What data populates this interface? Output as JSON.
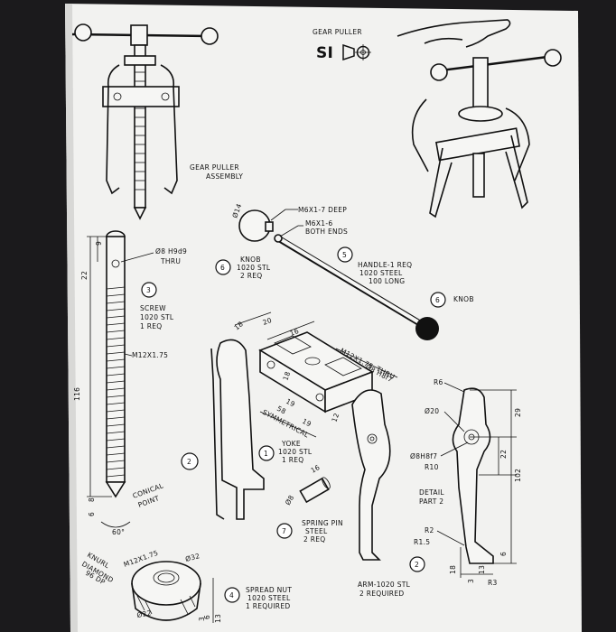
{
  "title": {
    "line1": "GEAR PULLER",
    "line2": "SI"
  },
  "assembly_label": {
    "line1": "GEAR PULLER",
    "line2": "ASSEMBLY"
  },
  "knob_callouts": {
    "dia": "Ø14",
    "hole": "M6X1-7 DEEP",
    "ends1": "M6X1-6",
    "ends2": "BOTH ENDS"
  },
  "knob_part": {
    "num": "6",
    "l1": "KNOB",
    "l2": "1020 STL",
    "l3": "2 REQ"
  },
  "handle_part": {
    "num": "5",
    "l1": "HANDLE-1 REQ",
    "l2": "1020 STEEL",
    "l3": "100 LONG"
  },
  "knob_ref": {
    "num": "6",
    "label": "KNOB"
  },
  "screw_callouts": {
    "hole": "Ø8 H9d9",
    "thru": "THRU",
    "d9": "9",
    "d22": "22",
    "thread": "M12X1.75",
    "len": "116",
    "d8": "8",
    "d6": "6",
    "cone1": "CONICAL",
    "cone2": "POINT",
    "angle": "60°"
  },
  "screw_part": {
    "num": "3",
    "l1": "SCREW",
    "l2": "1020 STL",
    "l3": "1 REQ"
  },
  "yoke_callouts": {
    "d18": "18",
    "d20": "20",
    "d16": "16",
    "thread": "M12X1.75",
    "thru": "THRU",
    "hole": "Ø8 H8f7",
    "d19a": "19",
    "d58": "58",
    "d19b": "19",
    "sym": "SYMMETRICAL",
    "d12": "12"
  },
  "yoke_part": {
    "num": "1",
    "l1": "YOKE",
    "l2": "1020 STL",
    "l3": "1 REQ"
  },
  "arm_num": "2",
  "pin_callouts": {
    "dia": "Ø8",
    "len": "16"
  },
  "pin_part": {
    "num": "7",
    "l1": "SPRING PIN",
    "l2": "STEEL",
    "l3": "2 REQ"
  },
  "detail_callouts": {
    "r6": "R6",
    "d20": "Ø20",
    "hole": "Ø8H8f7",
    "r10": "R10",
    "r2": "R2",
    "r15": "R1.5",
    "r3": "R3",
    "d29": "29",
    "d22": "22",
    "d102": "102",
    "d6": "6",
    "d13": "13",
    "d18": "18",
    "d3": "3"
  },
  "detail_label": {
    "l1": "DETAIL",
    "l2": "PART 2"
  },
  "arm_part": {
    "num": "2",
    "l1": "ARM-1020 STL",
    "l2": "2 REQUIRED"
  },
  "nut_callouts": {
    "knurl1": "KNURL",
    "knurl2": "DIAMOND",
    "knurl3": "96 DP",
    "thread": "M12X1.75",
    "d32": "Ø32",
    "d22": "Ø22",
    "d3": "3",
    "d6": "6",
    "d13": "13"
  },
  "nut_part": {
    "num": "4",
    "l1": "SPREAD NUT",
    "l2": "1020 STEEL",
    "l3": "1 REQUIRED"
  }
}
